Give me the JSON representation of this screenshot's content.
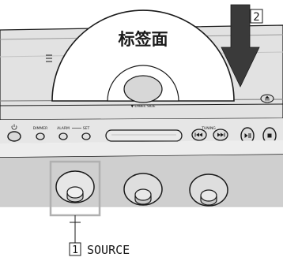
{
  "disc": {
    "label_text": "标签面",
    "label_side_text": "▼ LABEL SIDE"
  },
  "callouts": [
    {
      "number": "2"
    },
    {
      "number": "1",
      "label": "SOURCE"
    }
  ],
  "panel_labels": {
    "dimmer": "DIMMER",
    "alarm": "ALARM",
    "set": "SET",
    "tuning": "TUNING"
  },
  "colors": {
    "body_light": "#e6e6e6",
    "body_mid": "#d3d3d3",
    "body_dark": "#bdbdbd",
    "outline": "#1a1a1a",
    "disc_fill": "#ffffff",
    "arrow": "#3a3a3a",
    "highlight_box": "#b0b0b0"
  },
  "icons": {
    "standby": "power-icon",
    "tuning_down": "skip-back-icon",
    "tuning_up": "skip-forward-icon",
    "play_pause": "play-pause-icon",
    "stop": "stop-icon",
    "eject": "eject-icon"
  }
}
